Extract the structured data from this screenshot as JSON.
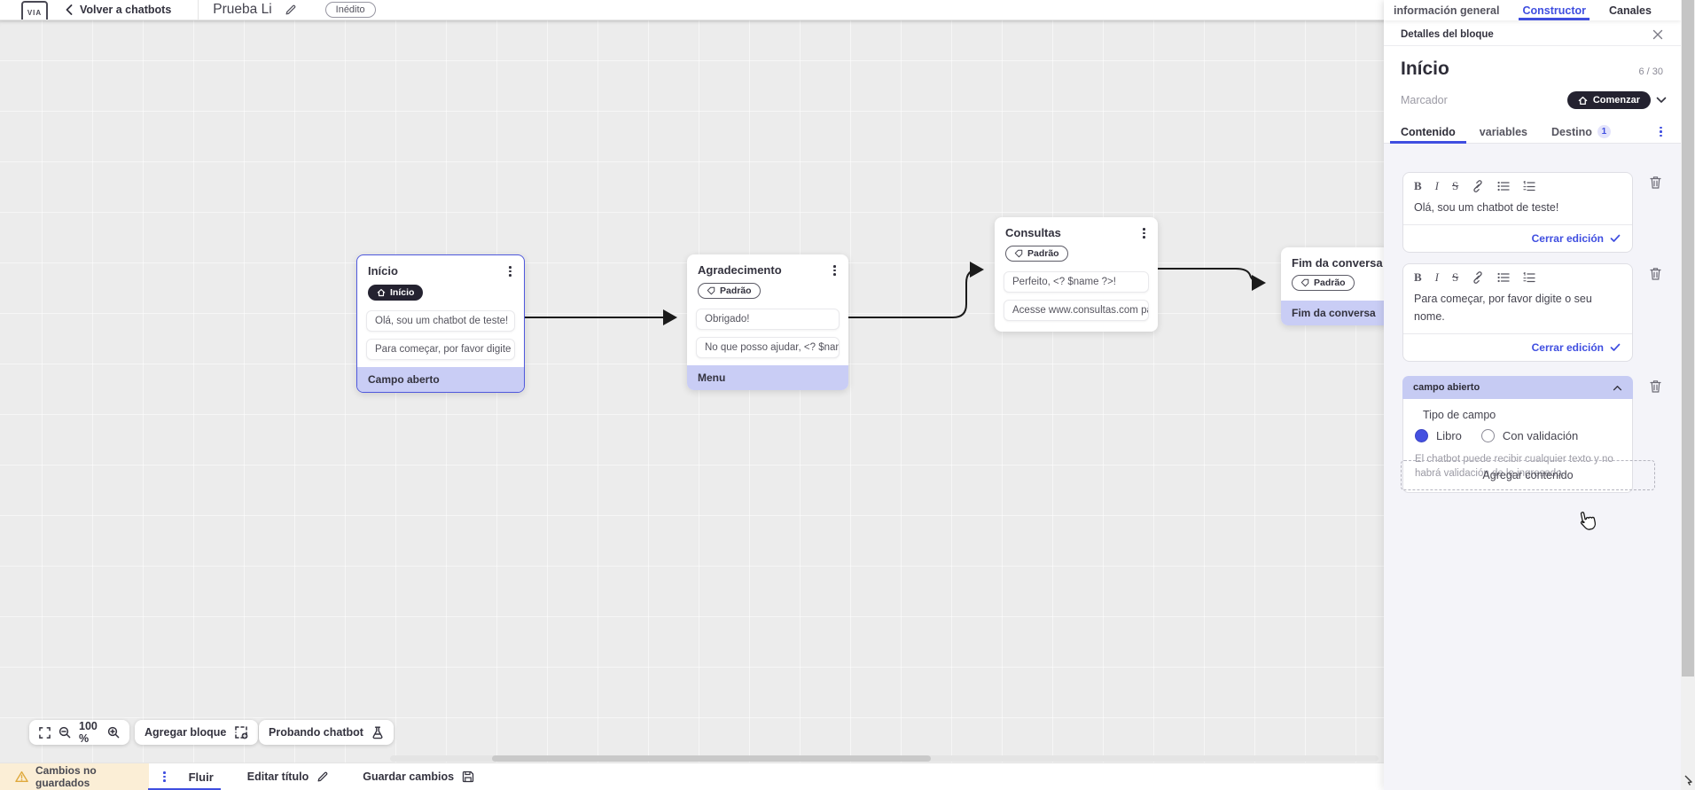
{
  "colors": {
    "accent_blue": "#3f4ee0",
    "dark_pill": "#242230",
    "action_purple": "#c9cdf5",
    "warning_bg": "#fbeed6",
    "warning_icon": "#dfa93d",
    "canvas_bg": "#ececec"
  },
  "topbar": {
    "logo_text": "VIA",
    "back_label": "Volver a chatbots",
    "title": "Prueba Li",
    "status_badge": "Inédito"
  },
  "panel_tabs": {
    "items": [
      {
        "label": "información general"
      },
      {
        "label": "Constructor"
      },
      {
        "label": "Canales"
      }
    ]
  },
  "panel": {
    "header": "Detalles del bloque",
    "block_name": "Início",
    "char_counter": "6 / 30",
    "marker_label": "Marcador",
    "marker_value": "Comenzar",
    "marker_icon": "home-icon",
    "tabs": [
      {
        "label": "Contenido"
      },
      {
        "label": "variables"
      },
      {
        "label": "Destino",
        "badge": "1"
      }
    ],
    "editors": [
      {
        "text": "Olá, sou um chatbot de teste!",
        "close_label": "Cerrar edición"
      },
      {
        "text": "Para começar, por favor digite o seu nome.",
        "close_label": "Cerrar edición"
      }
    ],
    "open_field": {
      "header": "campo abierto",
      "type_label": "Tipo de campo",
      "options": [
        {
          "label": "Libro",
          "selected": true
        },
        {
          "label": "Con validación",
          "selected": false
        }
      ],
      "helper": "El chatbot puede recibir cualquier texto y no habrá validación de lo ingresado."
    },
    "add_content_label": "Agregar contenido"
  },
  "canvas": {
    "nodes": [
      {
        "title": "Início",
        "badge": "Início",
        "badge_icon": "home-icon",
        "items": [
          {
            "text": "Olá, sou um chatbot de teste!"
          },
          {
            "text": "Para começar, por favor digite o ..."
          }
        ],
        "action": "Campo aberto"
      },
      {
        "title": "Agradecimento",
        "badge": "Padrão",
        "badge_icon": "tag-icon",
        "items": [
          {
            "text": "Obrigado!"
          },
          {
            "text": "No que posso ajudar, <? $name ..."
          }
        ],
        "action": "Menu"
      },
      {
        "title": "Consultas",
        "badge": "Padrão",
        "badge_icon": "tag-icon",
        "items": [
          {
            "text": "Perfeito, <? $name ?>!"
          },
          {
            "text": "Acesse www.consultas.com par..."
          }
        ]
      },
      {
        "title": "Fim da conversa",
        "badge": "Padrão",
        "badge_icon": "tag-icon",
        "action": "Fim da conversa"
      }
    ],
    "controls": {
      "zoom_level": "100 %",
      "add_block_label": "Agregar bloque",
      "test_label": "Probando chatbot"
    }
  },
  "bottombar": {
    "unsaved_label": "Cambios no guardados",
    "flow_tab": "Fluir",
    "edit_title_label": "Editar título",
    "save_label": "Guardar cambios"
  }
}
